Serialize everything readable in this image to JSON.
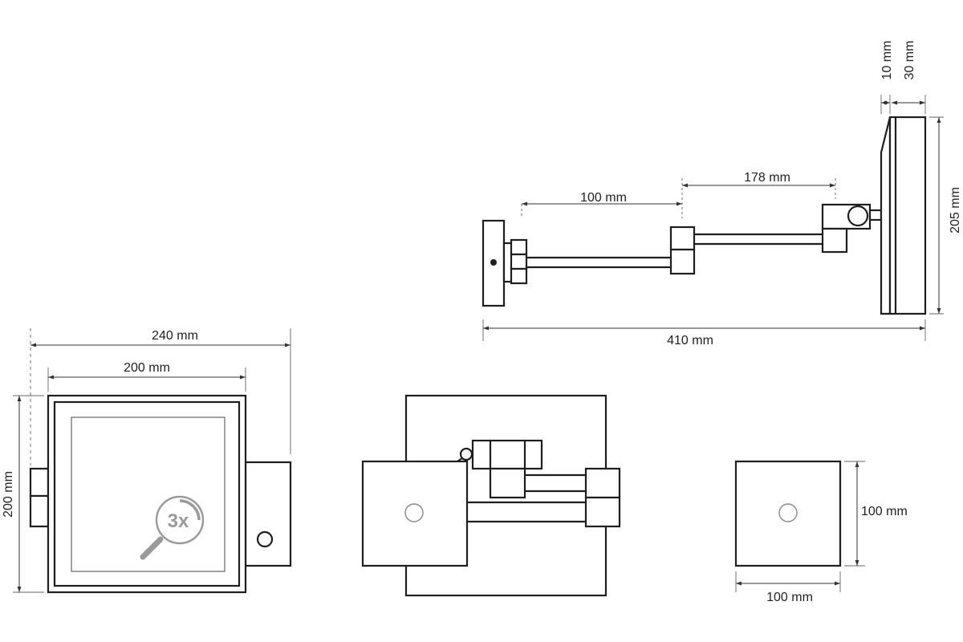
{
  "side_view": {
    "dim_wall_arm": "100 mm",
    "dim_elbow_arm": "178 mm",
    "dim_total_length": "410 mm",
    "dim_height": "205 mm",
    "dim_mount_depth": "10 mm",
    "dim_mirror_depth": "30 mm"
  },
  "front_view": {
    "dim_outer_width": "240 mm",
    "dim_mirror_width": "200 mm",
    "dim_mirror_height": "200 mm",
    "magnification_badge": "3x",
    "magnification_icon": "magnifier-icon"
  },
  "back_plate_view": {
    "dim_plate_width": "100 mm",
    "dim_plate_height": "100 mm"
  },
  "colors": {
    "line": "#1e1e1e",
    "dimension": "#333333",
    "badge_grey": "#9a9a9a",
    "background": "#ffffff"
  }
}
